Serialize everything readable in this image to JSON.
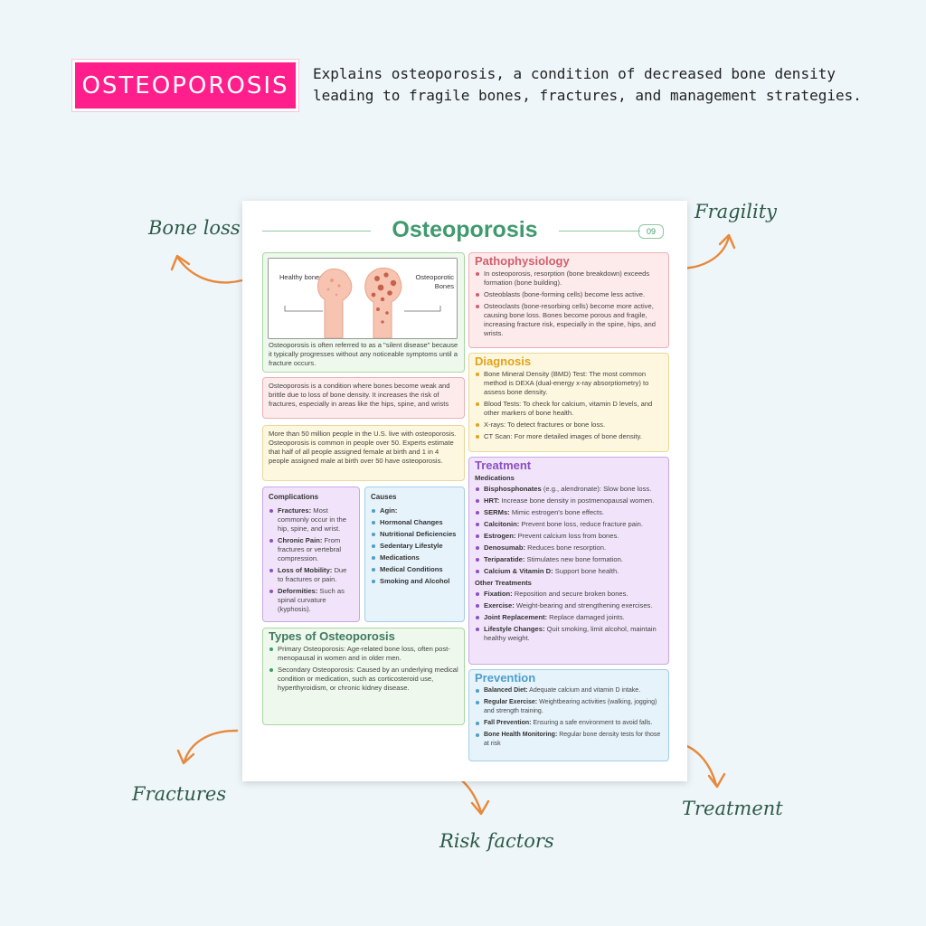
{
  "header": {
    "badge": "OSTEOPOROSIS",
    "description": "Explains osteoporosis, a condition of decreased bone density leading to fragile bones, fractures, and management strategies."
  },
  "callouts": {
    "bone_loss": "Bone loss",
    "fragility": "Fragility",
    "fractures": "Fractures",
    "risk_factors": "Risk factors",
    "treatment": "Treatment"
  },
  "sheet": {
    "title": "Osteoporosis",
    "page_number": "09",
    "illustration": {
      "healthy_label": "Healthy bones",
      "osteoporotic_label": "Osteoporotic Bones",
      "caption": "Osteoporosis is often referred to as a \"silent disease\" because it typically progresses without any noticeable symptoms until a fracture occurs."
    },
    "definition": "Osteoporosis is a condition where bones become weak and brittle due to loss of bone density. It increases the risk of fractures, especially in areas like the hips, spine, and wrists",
    "statistics": "More than 50 million people in the U.S. live with osteoporosis. Osteoporosis is common in people over 50. Experts estimate that half of all people assigned female at birth and 1 in 4 people assigned male at birth over 50 have osteoporosis.",
    "complications": {
      "title": "Complications",
      "items": [
        {
          "term": "Fractures:",
          "text": " Most commonly occur in the hip, spine, and wrist."
        },
        {
          "term": "Chronic Pain:",
          "text": " From fractures or vertebral compression."
        },
        {
          "term": "Loss of Mobility:",
          "text": " Due to fractures or pain."
        },
        {
          "term": "Deformities:",
          "text": " Such as spinal curvature (kyphosis)."
        }
      ]
    },
    "causes": {
      "title": "Causes",
      "items": [
        "Agin:",
        "Hormonal Changes",
        "Nutritional Deficiencies",
        "Sedentary Lifestyle",
        "Medications",
        "Medical Conditions",
        "Smoking and Alcohol"
      ]
    },
    "types": {
      "title": "Types of Osteoporosis",
      "primary": "Primary Osteoporosis: Age-related bone loss, often post-menopausal in women and in older men.",
      "secondary": "Secondary Osteoporosis: Caused by an underlying medical condition or medication, such as corticosteroid use, hyperthyroidism, or chronic kidney disease."
    },
    "pathophysiology": {
      "title": "Pathophysiology",
      "items": [
        "In osteoporosis, resorption (bone breakdown) exceeds formation (bone building).",
        "Osteoblasts (bone-forming cells) become less active.",
        "Osteoclasts (bone-resorbing cells) become more active, causing bone loss. Bones become porous and fragile, increasing fracture risk, especially in the spine, hips, and wrists."
      ]
    },
    "diagnosis": {
      "title": "Diagnosis",
      "items": [
        "Bone Mineral Density (BMD) Test: The most common method is DEXA (dual-energy x-ray absorptiometry) to assess bone density.",
        "Blood Tests: To check for calcium, vitamin D levels, and other markers of bone health.",
        "X-rays: To detect fractures or bone loss.",
        "CT Scan: For more detailed images of bone density."
      ]
    },
    "treatment": {
      "title": "Treatment",
      "medications_label": "Medications",
      "medications": [
        {
          "term": "Bisphosphonates",
          "text": " (e.g., alendronate): Slow bone loss."
        },
        {
          "term": "HRT:",
          "text": " Increase bone density in postmenopausal women."
        },
        {
          "term": "SERMs:",
          "text": " Mimic estrogen's bone effects."
        },
        {
          "term": "Calcitonin:",
          "text": " Prevent bone loss, reduce fracture pain."
        },
        {
          "term": "Estrogen:",
          "text": " Prevent calcium loss from bones."
        },
        {
          "term": "Denosumab:",
          "text": " Reduces bone resorption."
        },
        {
          "term": "Teriparatide:",
          "text": " Stimulates new bone formation."
        },
        {
          "term": "Calcium & Vitamin D:",
          "text": " Support bone health."
        }
      ],
      "other_label": "Other Treatments",
      "other": [
        {
          "term": "Fixation:",
          "text": " Reposition and secure broken bones."
        },
        {
          "term": "Exercise:",
          "text": " Weight-bearing and strengthening exercises."
        },
        {
          "term": "Joint Replacement:",
          "text": " Replace damaged joints."
        },
        {
          "term": "Lifestyle Changes:",
          "text": " Quit smoking, limit alcohol, maintain healthy weight."
        }
      ]
    },
    "prevention": {
      "title": "Prevention",
      "items": [
        {
          "term": "Balanced Diet:",
          "text": " Adequate calcium and vitamin D intake."
        },
        {
          "term": "Regular Exercise:",
          "text": " Weightbearing activities (walking, jogging) and strength training."
        },
        {
          "term": "Fall Prevention:",
          "text": " Ensuring a safe environment to avoid falls."
        },
        {
          "term": "Bone Health Monitoring:",
          "text": " Regular bone density tests for those at risk"
        }
      ]
    },
    "colors": {
      "title_green": "#3f9a6e",
      "pink_head": "#d0606e",
      "yellow_head": "#e2a417",
      "purple_head": "#8a4fc2",
      "blue_head": "#4d9ec9",
      "badge": "#ff1e8c",
      "arrow": "#e8883a"
    }
  }
}
